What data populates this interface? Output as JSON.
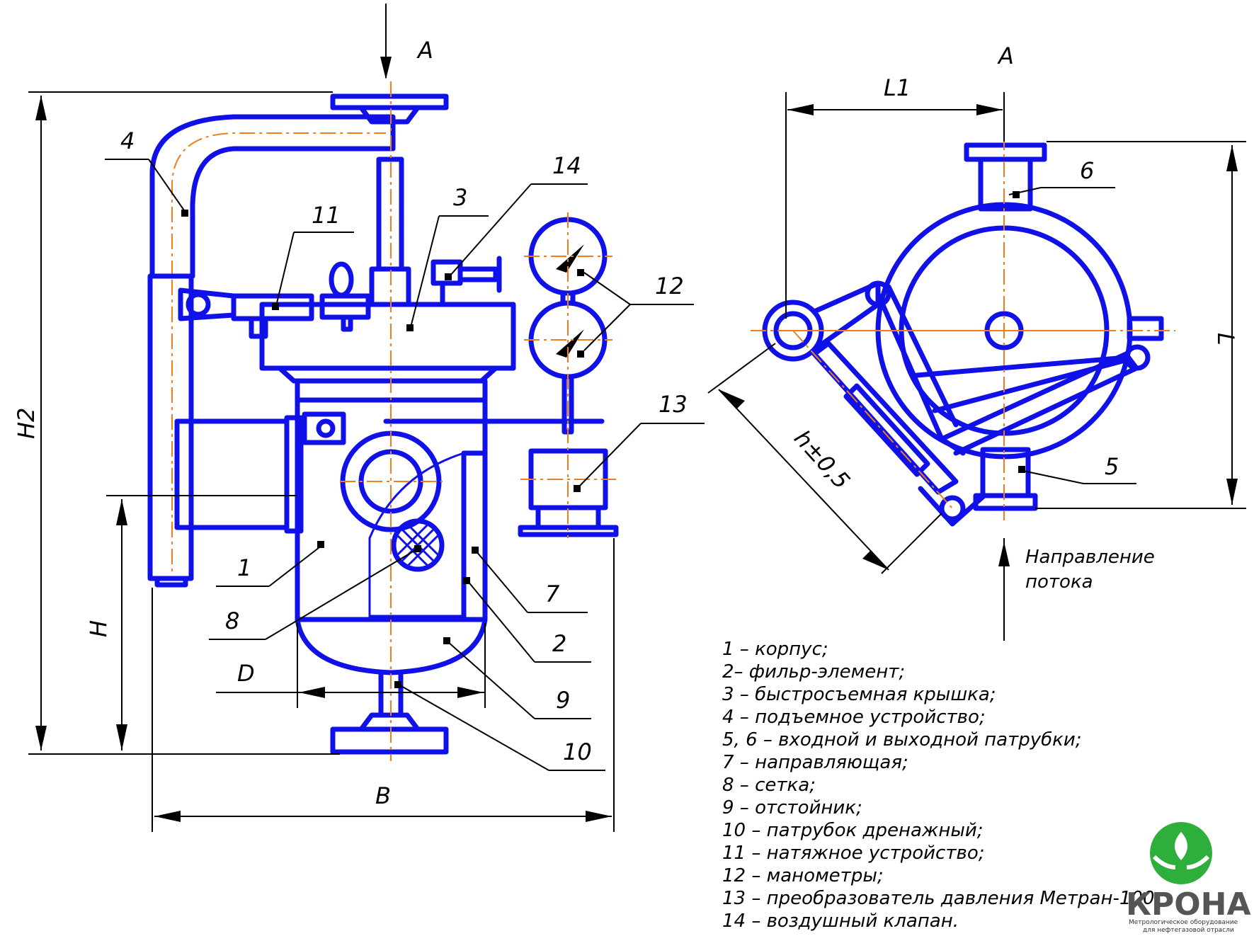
{
  "view_label": "A",
  "dimensions": {
    "h2": "H2",
    "h": "H",
    "b": "B",
    "d": "D",
    "l1": "L1",
    "l": "L",
    "h_tol": "h±0,5"
  },
  "callouts": [
    "1",
    "2",
    "3",
    "4",
    "5",
    "6",
    "7",
    "8",
    "9",
    "10",
    "11",
    "12",
    "13",
    "14"
  ],
  "flow_label": [
    "Направление",
    "потока"
  ],
  "legend": [
    "1 – корпус;",
    "2– фильр-элемент;",
    "3 – быстросъемная крышка;",
    "4 – подъемное устройство;",
    "5, 6 – входной и выходной патрубки;",
    "7 – направляющая;",
    "8 – сетка;",
    "9 – отстойник;",
    "10 – патрубок дренажный;",
    "11 – натяжное устройство;",
    "12 – манометры;",
    "13 – преобразователь давления Метран-100;",
    "14 – воздушный клапан."
  ],
  "logo": {
    "name": "КРОНА",
    "subtitle_1": "Метрологическое оборудование",
    "subtitle_2": "для нефтегазовой отрасли"
  },
  "colors": {
    "outline": "#1010e8",
    "axis": "#f07d1a",
    "logo_green": "#2eae3a"
  }
}
